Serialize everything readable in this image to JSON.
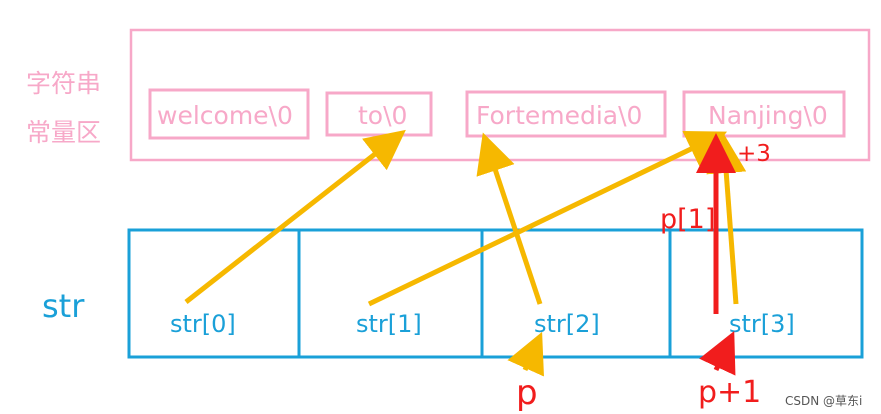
{
  "const_area": {
    "label_line1": "字符串",
    "label_line2": "常量区",
    "strings": [
      "welcome\\0",
      "to\\0",
      "Fortemedia\\0",
      "Nanjing\\0"
    ]
  },
  "array": {
    "name": "str",
    "cells": [
      "str[0]",
      "str[1]",
      "str[2]",
      "str[3]"
    ]
  },
  "annotations": {
    "p": "p",
    "p_plus_1": "p+1",
    "p_index_1": "p[1]",
    "plus_3": "+3"
  },
  "watermark": "CSDN @草东i",
  "colors": {
    "pink": "#f7a8c8",
    "blue": "#1aa0d8",
    "arrow_yellow": "#f6b800",
    "arrow_red": "#f11d1d"
  }
}
